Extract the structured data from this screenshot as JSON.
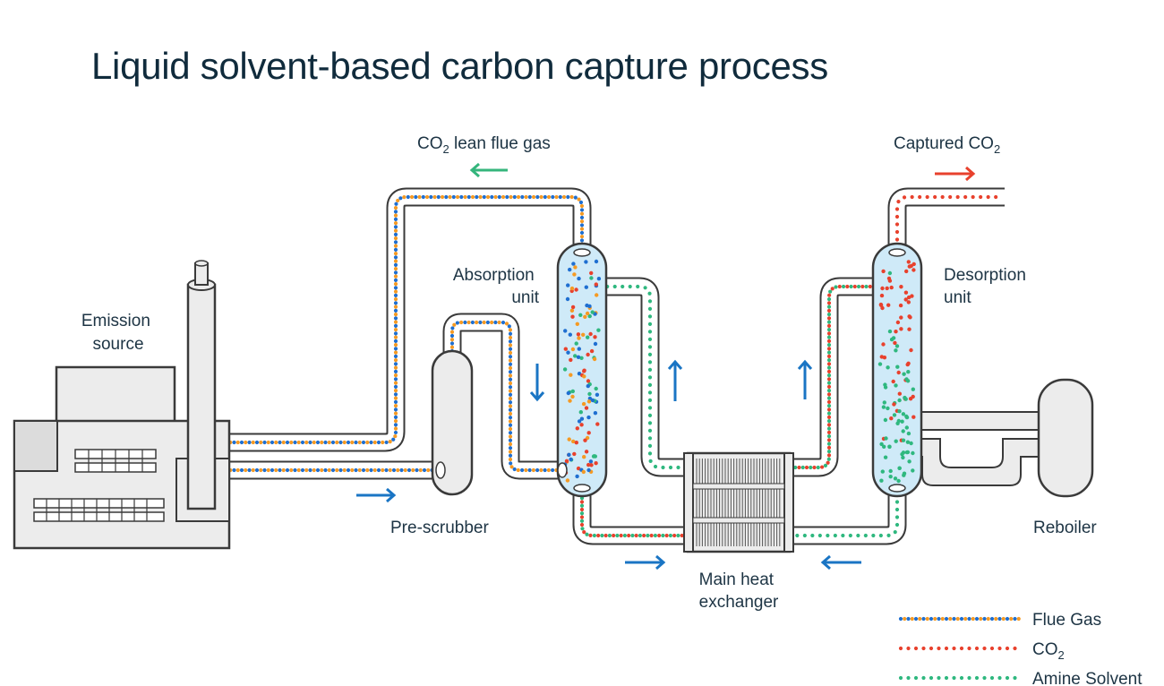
{
  "title": "Liquid solvent-based carbon capture process",
  "labels": {
    "co2_lean_flue_gas": {
      "main": "CO",
      "sub": "2",
      "rest": " lean flue gas"
    },
    "captured_co2": {
      "main": "Captured CO",
      "sub": "2"
    },
    "emission_source": [
      "Emission",
      "source"
    ],
    "absorption_unit": [
      "Absorption",
      "unit"
    ],
    "desorption_unit": [
      "Desorption",
      "unit"
    ],
    "pre_scrubber": "Pre-scrubber",
    "main_heat_exchanger": [
      "Main heat",
      "exchanger"
    ],
    "reboiler": "Reboiler"
  },
  "legend": [
    {
      "name": "flue-gas",
      "label": "Flue Gas",
      "sub": ""
    },
    {
      "name": "co2",
      "label": "CO",
      "sub": "2"
    },
    {
      "name": "amine-solvent",
      "label": "Amine Solvent",
      "sub": ""
    }
  ],
  "colors": {
    "title": "#102b3c",
    "flue_gas_blue": "#1f6fd1",
    "flue_gas_orange": "#f59a23",
    "co2_red": "#e8412d",
    "amine_green": "#2fb87f",
    "flow_arrow_blue": "#1a75c4",
    "arrow_green": "#35b57c",
    "arrow_red": "#e8412d",
    "column_fill": "#cfeaf8",
    "equipment_fill": "#ececec",
    "outline": "#3a3a3a"
  }
}
